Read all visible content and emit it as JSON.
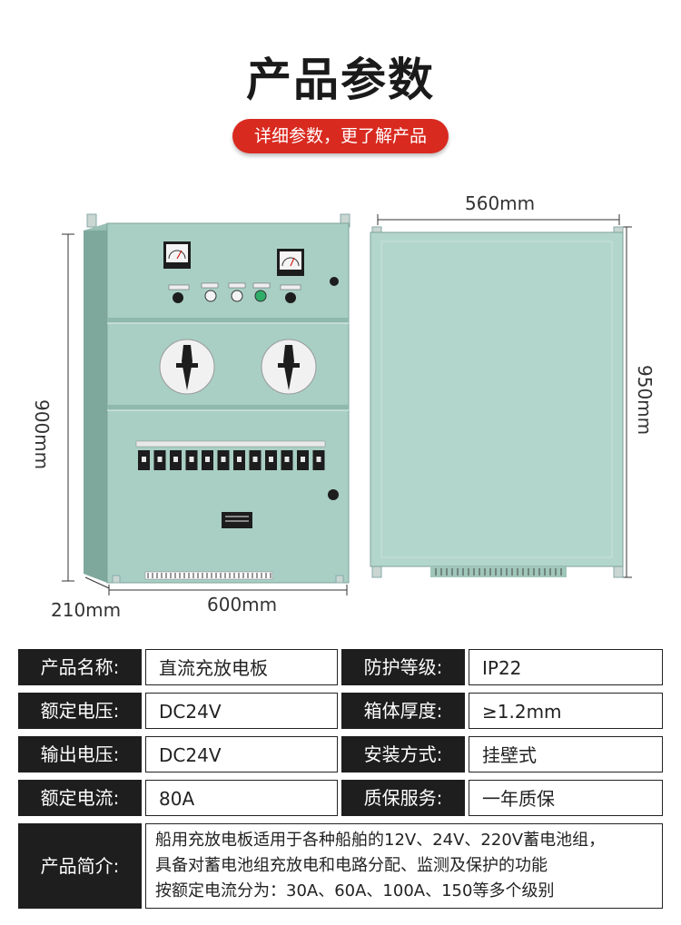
{
  "header": {
    "title": "产品参数",
    "subtitle": "详细参数，更了解产品"
  },
  "dimensions": {
    "height_front": "900mm",
    "depth": "210mm",
    "width_front": "600mm",
    "width_back": "560mm",
    "height_back": "950mm"
  },
  "panel": {
    "breaker_count": 12,
    "colors": {
      "body": "#a9cfc4",
      "body_dark": "#8fb9ad",
      "side": "#7ea89b",
      "back": "#b3d6cc"
    }
  },
  "specs": [
    {
      "label": "产品名称:",
      "value": "直流充放电板",
      "label2": "防护等级:",
      "value2": "IP22"
    },
    {
      "label": "额定电压:",
      "value": "DC24V",
      "label2": "箱体厚度:",
      "value2": "≥1.2mm"
    },
    {
      "label": "输出电压:",
      "value": "DC24V",
      "label2": "安装方式:",
      "value2": "挂壁式"
    },
    {
      "label": "额定电流:",
      "value": "80A",
      "label2": "质保服务:",
      "value2": "一年质保"
    }
  ],
  "intro": {
    "label": "产品简介:",
    "lines": [
      "船用充放电板适用于各种船舶的12V、24V、220V蓄电池组，",
      "具备对蓄电池组充放电和电路分配、监测及保护的功能",
      "按额定电流分为：30A、60A、100A、150等多个级别"
    ]
  }
}
